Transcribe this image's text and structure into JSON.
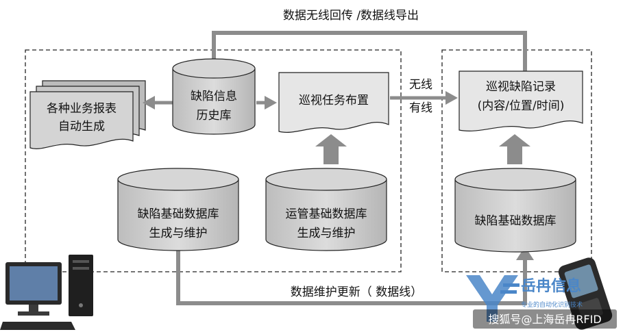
{
  "labels": {
    "top_return": "数据无线回传 /数据线导出",
    "bottom_update": "数据维护更新（ 数据线）",
    "wireless": "无线",
    "wired": "有线"
  },
  "nodes": {
    "report": [
      "各种业务报表",
      "自动生成"
    ],
    "history_db": [
      "缺陷信息",
      "历史库"
    ],
    "patrol_task": [
      "巡视任务布置"
    ],
    "defect_base_db_left": [
      "缺陷基础数据库",
      "生成与维护"
    ],
    "ops_base_db": [
      "运管基础数据库",
      "生成与维护"
    ],
    "patrol_record": [
      "巡视缺陷记录",
      "(内容/位置/时间)"
    ],
    "defect_base_db_right": [
      "缺陷基础数据库"
    ]
  },
  "watermark": {
    "brand": "岳冉信息",
    "sub": "专业的自动化识别技术",
    "source": "搜狐号@上海岳冉RFID"
  },
  "colors": {
    "box_fill": "#d0d0d0",
    "doc_fill": "#e6e6e6",
    "stroke": "#222222",
    "arrow": "#8c8c8c",
    "brand": "#4a86c8"
  }
}
